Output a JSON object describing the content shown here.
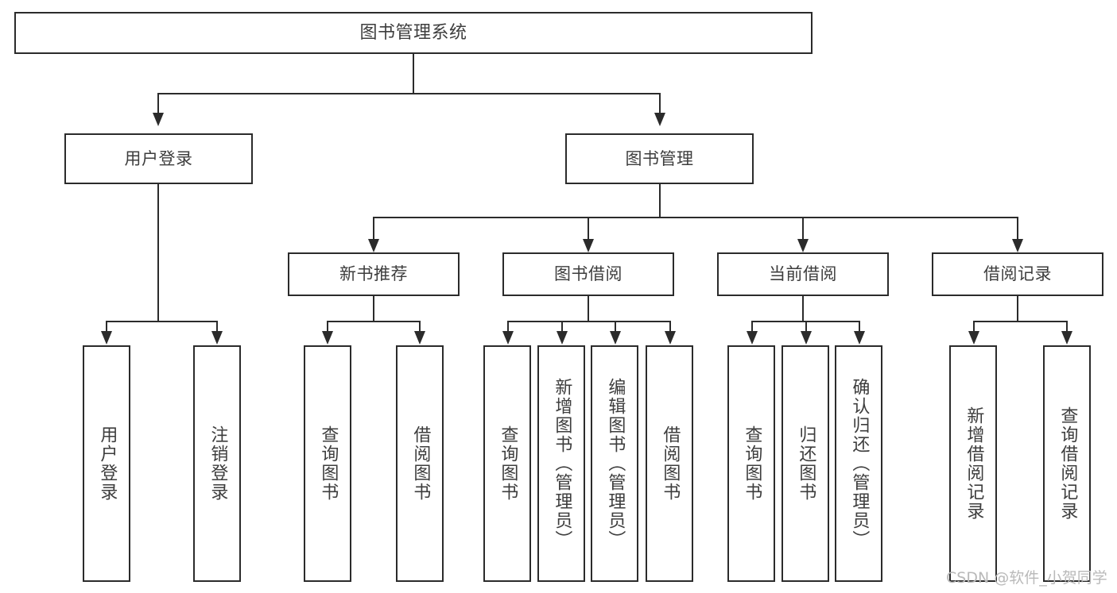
{
  "diagram": {
    "title": "图书管理系统",
    "type": "tree-hierarchy-chart",
    "root": {
      "label": "图书管理系统"
    },
    "level2": [
      {
        "label": "用户登录"
      },
      {
        "label": "图书管理"
      }
    ],
    "level3": [
      {
        "label": "新书推荐"
      },
      {
        "label": "图书借阅"
      },
      {
        "label": "当前借阅"
      },
      {
        "label": "借阅记录"
      }
    ],
    "leaves": {
      "user_login": [
        {
          "label": "用户登录"
        },
        {
          "label": "注销登录"
        }
      ],
      "new_book_recommend": [
        {
          "label": "查询图书"
        },
        {
          "label": "借阅图书"
        }
      ],
      "book_borrow": [
        {
          "label": "查询图书"
        },
        {
          "label": "新增图书（管理员）"
        },
        {
          "label": "编辑图书（管理员）"
        },
        {
          "label": "借阅图书"
        }
      ],
      "current_borrow": [
        {
          "label": "查询图书"
        },
        {
          "label": "归还图书"
        },
        {
          "label": "确认归还（管理员）"
        }
      ],
      "borrow_record": [
        {
          "label": "新增借阅记录"
        },
        {
          "label": "查询借阅记录"
        }
      ]
    }
  },
  "watermark": {
    "text": "CSDN @软件_小贺同学"
  },
  "colors": {
    "stroke": "#2b2b2b",
    "text": "#3d3d3d",
    "background": "#ffffff",
    "watermark": "#b9b9b9"
  }
}
